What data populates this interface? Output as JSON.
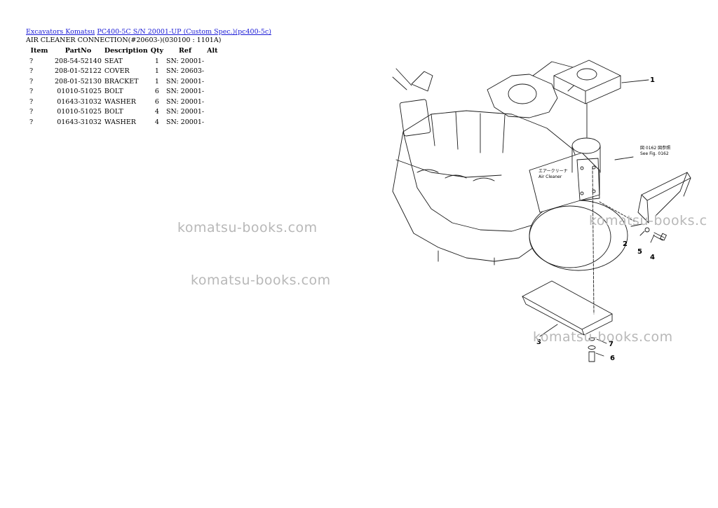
{
  "breadcrumb": {
    "category": "Excavators Komatsu",
    "model": "PC400-5C S/N 20001-UP (Custom Spec.)(pc400-5c)"
  },
  "section_title": "AIR CLEANER CONNECTION(#20603-)(030100 : 1101A)",
  "table": {
    "headers": [
      "Item",
      "PartNo",
      "Description",
      "Qty",
      "Ref",
      "Alt"
    ],
    "rows": [
      {
        "item": "?",
        "part": "208-54-52140",
        "desc": "SEAT",
        "qty": "1",
        "ref": "SN: 20001-",
        "alt": ""
      },
      {
        "item": "?",
        "part": "208-01-52122",
        "desc": "COVER",
        "qty": "1",
        "ref": "SN: 20603-",
        "alt": ""
      },
      {
        "item": "?",
        "part": "208-01-52130",
        "desc": "BRACKET",
        "qty": "1",
        "ref": "SN: 20001-",
        "alt": ""
      },
      {
        "item": "?",
        "part": "01010-51025",
        "desc": "BOLT",
        "qty": "6",
        "ref": "SN: 20001-",
        "alt": ""
      },
      {
        "item": "?",
        "part": "01643-31032",
        "desc": "WASHER",
        "qty": "6",
        "ref": "SN: 20001-",
        "alt": ""
      },
      {
        "item": "?",
        "part": "01010-51025",
        "desc": "BOLT",
        "qty": "4",
        "ref": "SN: 20001-",
        "alt": ""
      },
      {
        "item": "?",
        "part": "01643-31032",
        "desc": "WASHER",
        "qty": "4",
        "ref": "SN: 20001-",
        "alt": ""
      }
    ]
  },
  "watermarks": [
    "komatsu-books.com",
    "komatsu-books.com",
    "komatsu-books.c",
    "komatsu-books.com"
  ],
  "diagram": {
    "callouts": [
      "1",
      "2",
      "3",
      "4",
      "5",
      "6",
      "7"
    ],
    "see_note_jp": "図 0162 図参照",
    "see_note": "See Fig. 0162",
    "air_cleaner_jp": "エアークリーナ",
    "air_cleaner": "Air Cleaner"
  }
}
